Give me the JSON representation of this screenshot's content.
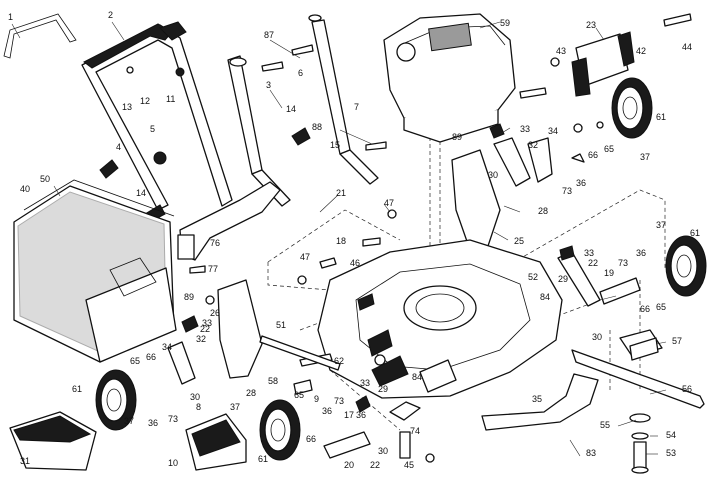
{
  "labels": [
    "1",
    "2",
    "3",
    "4",
    "5",
    "6",
    "7",
    "8",
    "9",
    "10",
    "11",
    "12",
    "13",
    "14",
    "15",
    "17",
    "18",
    "19",
    "20",
    "21",
    "22",
    "23",
    "25",
    "26",
    "28",
    "29",
    "30",
    "31",
    "32",
    "33",
    "34",
    "35",
    "36",
    "37",
    "40",
    "42",
    "43",
    "44",
    "45",
    "46",
    "47",
    "50",
    "51",
    "52",
    "53",
    "54",
    "55",
    "56",
    "57",
    "58",
    "59",
    "61",
    "62",
    "65",
    "66",
    "73",
    "74",
    "76",
    "77",
    "83",
    "84",
    "87",
    "88",
    "89"
  ]
}
